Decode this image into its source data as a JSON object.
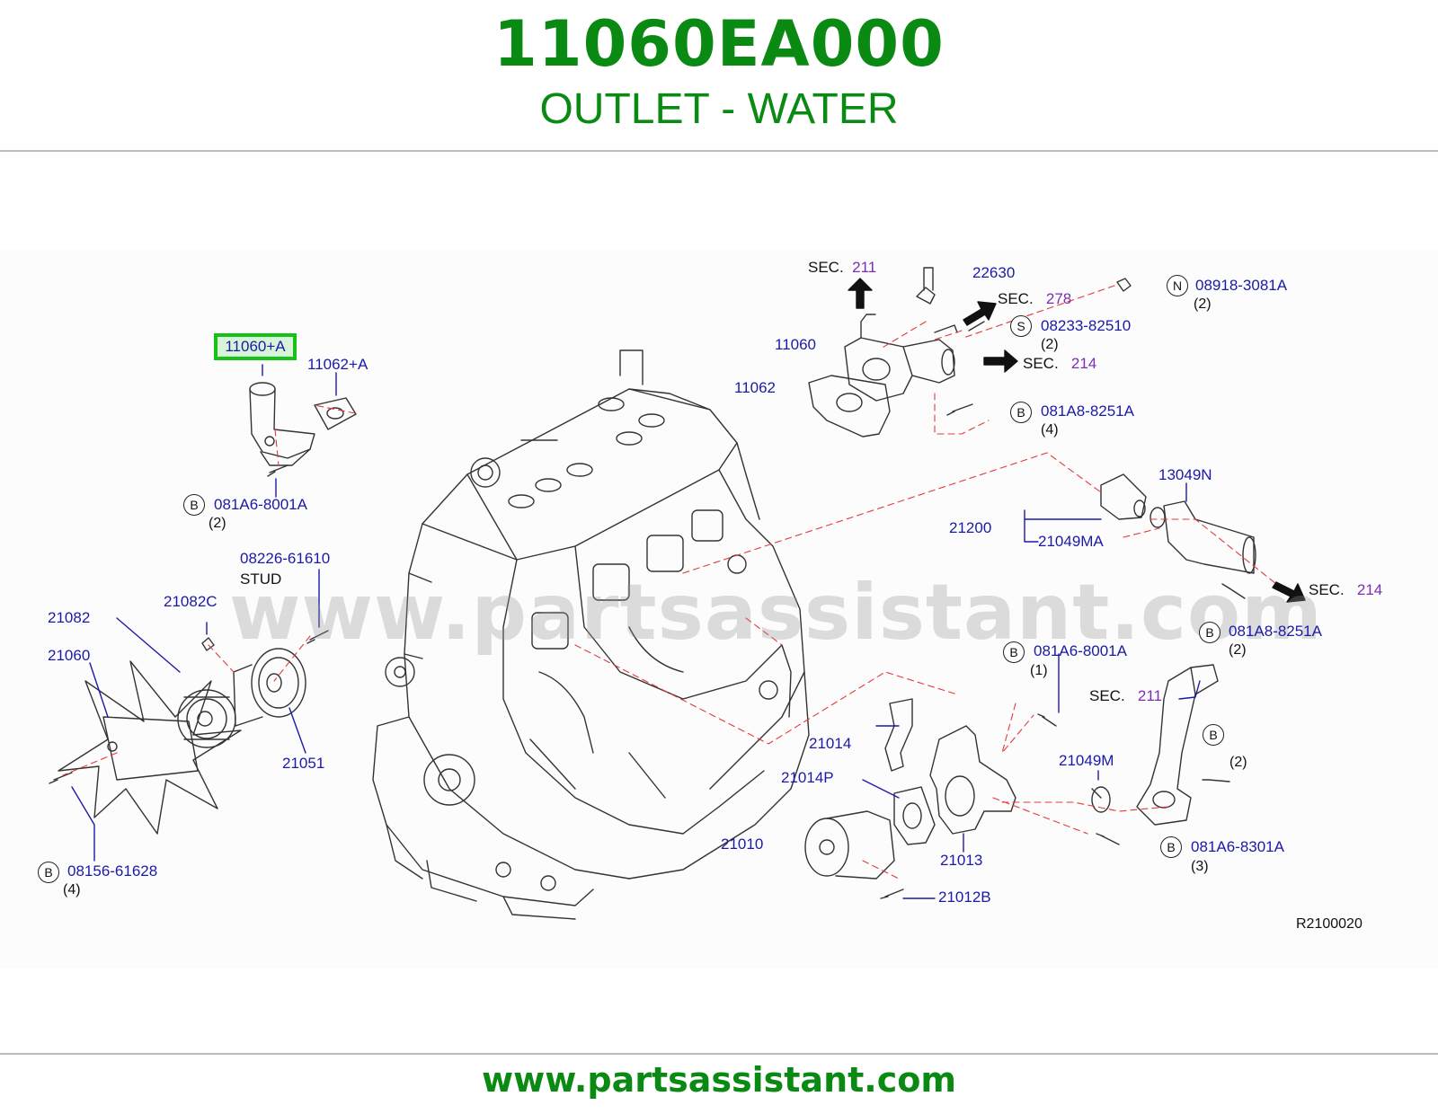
{
  "header": {
    "part_number": "11060EA000",
    "part_name": "OUTLET - WATER"
  },
  "footer": {
    "url": "www.partsassistant.com"
  },
  "watermark": "www.partsassistant.com",
  "diagram": {
    "reference": "R2100020",
    "highlighted_part": "11060+A",
    "labels": {
      "p11062A": "11062+A",
      "b081A6_8001A_top": "081A6-8001A",
      "p08226_61610": "08226-61610",
      "stud": "STUD",
      "p21082": "21082",
      "p21082C": "21082C",
      "p21060": "21060",
      "p21051": "21051",
      "b08156_61628": "08156-61628",
      "p22630": "22630",
      "p11060": "11060",
      "p11062": "11062",
      "n08918_3081A": "08918-3081A",
      "s08233_82510": "08233-82510",
      "b081A8_8251A_top": "081A8-8251A",
      "p13049N": "13049N",
      "p21200": "21200",
      "p21049MA": "21049MA",
      "b081A8_8251A_right": "081A8-8251A",
      "b081A6_8001A_mid": "081A6-8001A",
      "p21014": "21014",
      "p21014P": "21014P",
      "p21010": "21010",
      "p21013": "21013",
      "p21012B": "21012B",
      "p21049M": "21049M",
      "b081A6_8301A": "081A6-8301A"
    },
    "sections": {
      "sec_211_top": {
        "word": "SEC.",
        "number": "211"
      },
      "sec_278": {
        "word": "SEC.",
        "number": "278"
      },
      "sec_214_top": {
        "word": "SEC.",
        "number": "214"
      },
      "sec_214_right": {
        "word": "SEC.",
        "number": "214"
      },
      "sec_211_bottom": {
        "word": "SEC.",
        "number": "211"
      }
    },
    "quantities": {
      "q_081A6_8001A_top": "(2)",
      "q_08156_61628": "(4)",
      "q_08918_3081A": "(2)",
      "q_08233_82510": "(2)",
      "q_081A8_8251A_top": "(4)",
      "q_081A8_8251A_right": "(2)",
      "q_081A6_8001A_mid": "(1)",
      "q_b_pipe": "(2)",
      "q_081A6_8301A": "(3)"
    },
    "markers": {
      "b": "B",
      "n": "N",
      "s": "S"
    }
  }
}
